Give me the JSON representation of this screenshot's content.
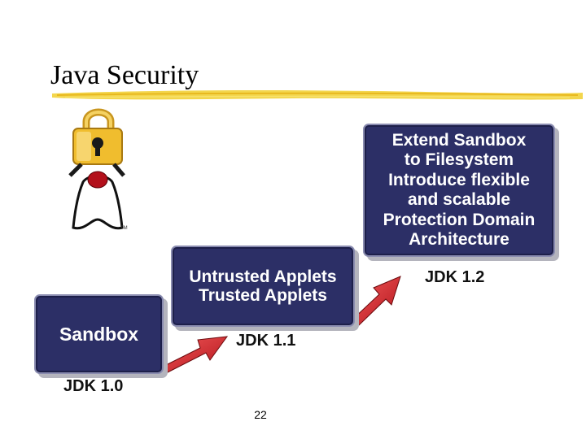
{
  "slide": {
    "title": "Java Security",
    "page_number": "22"
  },
  "mascot": {
    "trademark": "TM"
  },
  "stages": [
    {
      "lines": [
        "Sandbox"
      ],
      "version": "JDK 1.0"
    },
    {
      "lines": [
        "Untrusted Applets",
        "Trusted Applets"
      ],
      "version": "JDK 1.1"
    },
    {
      "lines": [
        "Extend Sandbox",
        "to Filesystem",
        "Introduce flexible",
        "and scalable",
        "Protection Domain",
        "Architecture"
      ],
      "version": "JDK 1.2"
    }
  ],
  "colors": {
    "box_fill": "#2c2f66",
    "arrow": "#d8262e",
    "title_stroke": "#f2d13a",
    "lock": "#f0bd2e"
  },
  "icons": {
    "mascot": "duke-mascot-icon",
    "lock": "padlock-icon",
    "arrow": "step-arrow-icon"
  }
}
